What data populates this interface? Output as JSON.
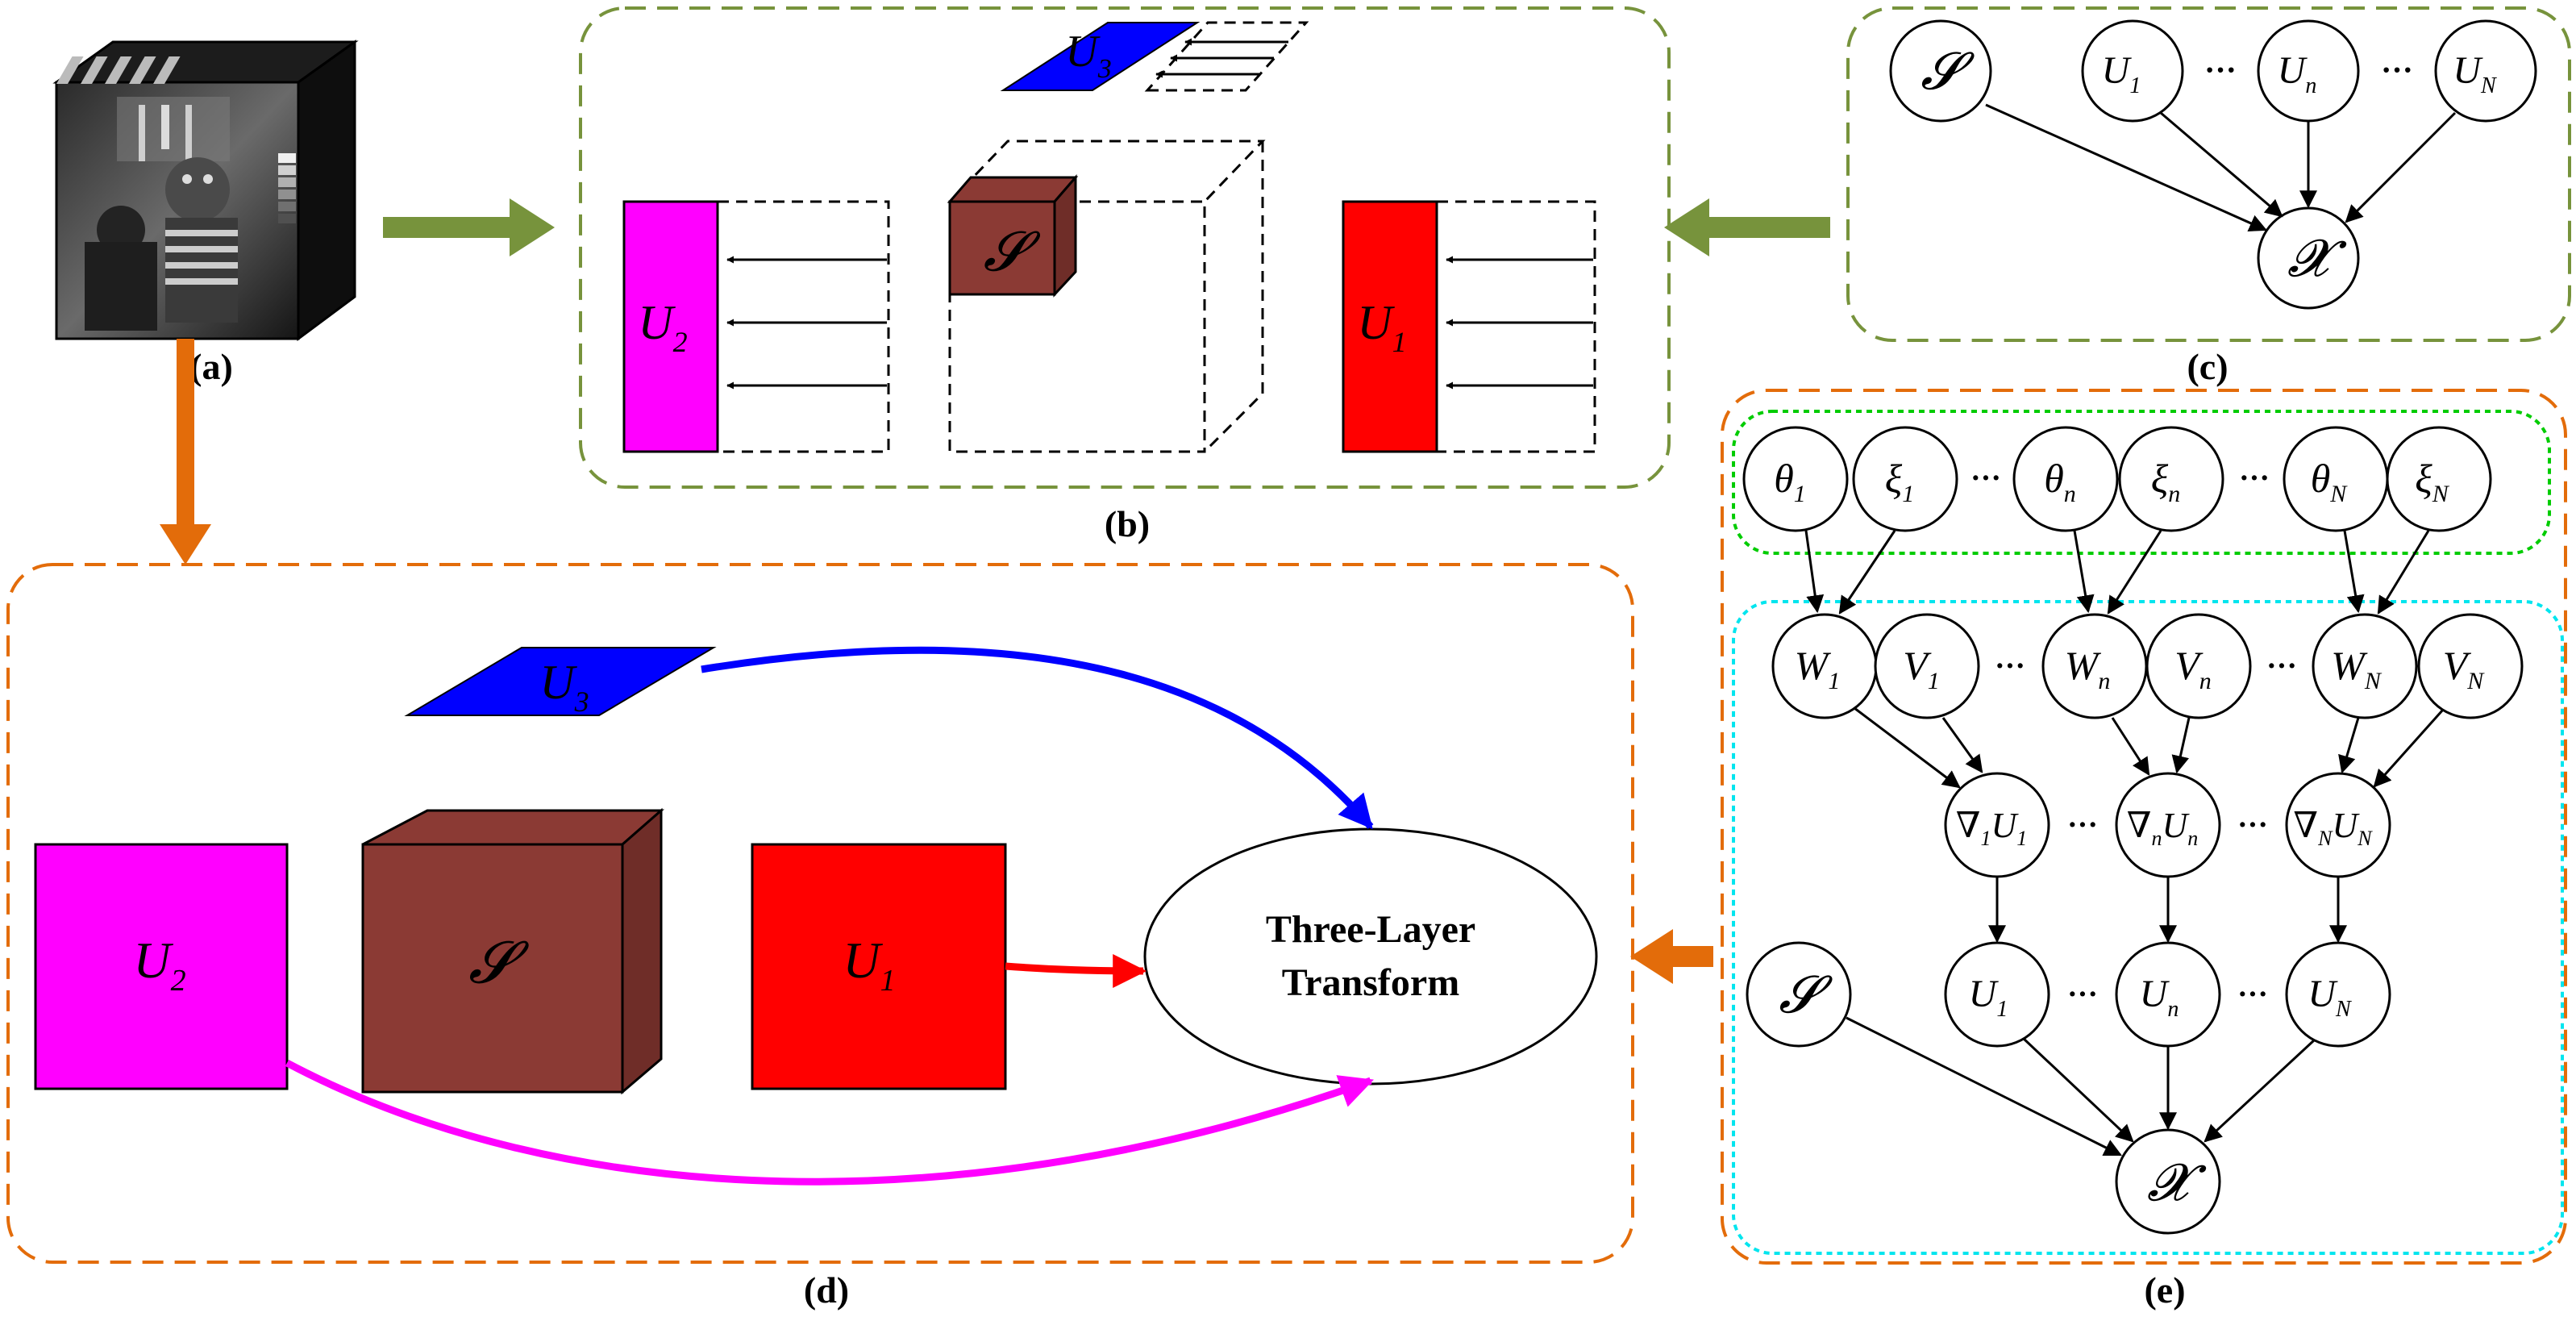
{
  "panels": {
    "a": {
      "caption": "(a)"
    },
    "b": {
      "caption": "(b)",
      "factors": [
        "U",
        "U",
        "U"
      ],
      "core": "𝓢",
      "subs": [
        "1",
        "2",
        "3"
      ]
    },
    "c": {
      "caption": "(c)",
      "core": "𝓢",
      "observed": "𝓧",
      "factor": "U",
      "subs": [
        "1",
        "n",
        "N"
      ],
      "dots": "···"
    },
    "d": {
      "caption": "(d)",
      "core": "𝓢",
      "factor": "U",
      "subs": [
        "1",
        "2",
        "3"
      ],
      "transform_line1": "Three-Layer",
      "transform_line2": "Transform"
    },
    "e": {
      "caption": "(e)",
      "core": "𝓢",
      "observed": "𝓧",
      "theta": "θ",
      "xi": "ξ",
      "w": "W",
      "v": "V",
      "nabla": "∇",
      "factor": "U",
      "subs": [
        "1",
        "n",
        "N"
      ],
      "dots": "···"
    }
  },
  "colors": {
    "magenta": "#ff00ff",
    "red": "#ff0000",
    "blue": "#0000ff",
    "brown": "#8b3a34",
    "olive": "#77933c",
    "orange": "#e36c0a",
    "green_dotted": "#00cc00",
    "cyan_dotted": "#00e5ee"
  }
}
